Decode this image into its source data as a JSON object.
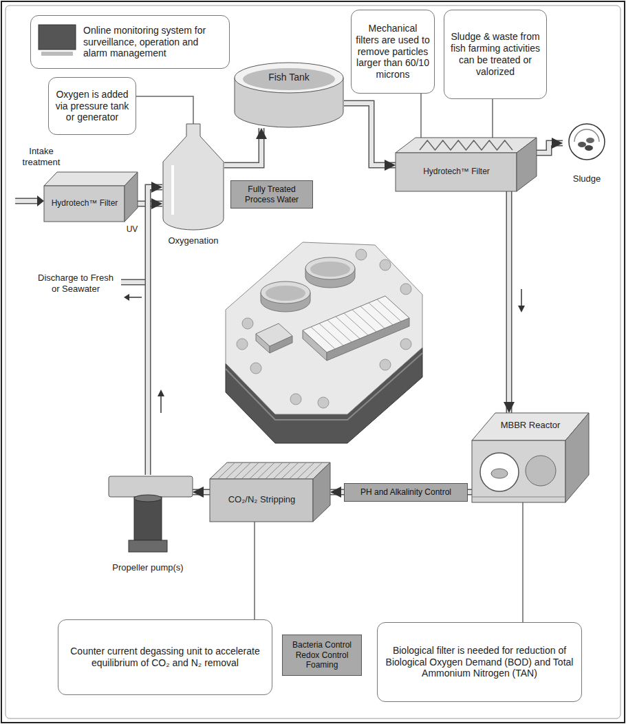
{
  "diagram": {
    "nodes": [
      {
        "text": [
          "Online monitoring system for surveillance, operation and alarm management"
        ]
      },
      {
        "text": [
          "Oxygen is added via pressure tank or generator"
        ]
      },
      {
        "text": [
          "Fish Tank"
        ]
      },
      {
        "text": [
          "Mechanical filters are used to remove particles larger than 60/10 microns"
        ]
      },
      {
        "text": [
          "Sludge & waste from fish farming activities can be treated or valorized"
        ]
      },
      {
        "text": [
          "Hydrotech™ Filter"
        ]
      },
      {
        "text": [
          "Oxygenation"
        ]
      },
      {
        "text": [
          "Fully Treated Process Water"
        ]
      },
      {
        "text": [
          "Hydrotech™ Filter"
        ]
      },
      {
        "text": [
          "Sludge"
        ]
      },
      {
        "text": [
          "MBBR Reactor"
        ]
      },
      {
        "text": [
          "PH and Alkalinity Control"
        ]
      },
      {
        "text": [
          "CO₂/N₂ Stripping"
        ]
      },
      {
        "text": [
          "Propeller pump(s)"
        ]
      },
      {
        "text": [
          "Counter current degassing unit to accelerate equilibrium of CO₂ and N₂ removal"
        ]
      },
      {
        "text": [
          "Bacteria Control Redox Control Foaming"
        ]
      },
      {
        "text": [
          "Biological filter is needed for reduction of Biological Oxygen Demand (BOD) and Total Ammonium Nitrogen (TAN)"
        ]
      }
    ],
    "edges": [
      {
        "from": 1,
        "to": 6,
        "arrow": "none"
      },
      {
        "from": 3,
        "to": 8,
        "arrow": "none"
      },
      {
        "from": 4,
        "to": 8,
        "arrow": "none"
      },
      {
        "from": 14,
        "to": 12,
        "arrow": "none"
      },
      {
        "from": 16,
        "to": 10,
        "arrow": "none"
      },
      {
        "from": 5,
        "to": 6,
        "arrow": "to"
      },
      {
        "from": 13,
        "to": 6,
        "arrow": "to"
      },
      {
        "from": 6,
        "to": 2,
        "arrow": "to"
      },
      {
        "from": 2,
        "to": 8,
        "arrow": "to"
      },
      {
        "from": 8,
        "to": 9,
        "arrow": "to"
      },
      {
        "from": 8,
        "to": 10,
        "arrow": "to"
      },
      {
        "from": 10,
        "to": 12,
        "arrow": "to"
      },
      {
        "from": 12,
        "to": 13,
        "arrow": "to"
      }
    ],
    "labels": [
      "Intake treatment",
      "UV",
      "Discharge to Fresh or Seawater"
    ]
  }
}
